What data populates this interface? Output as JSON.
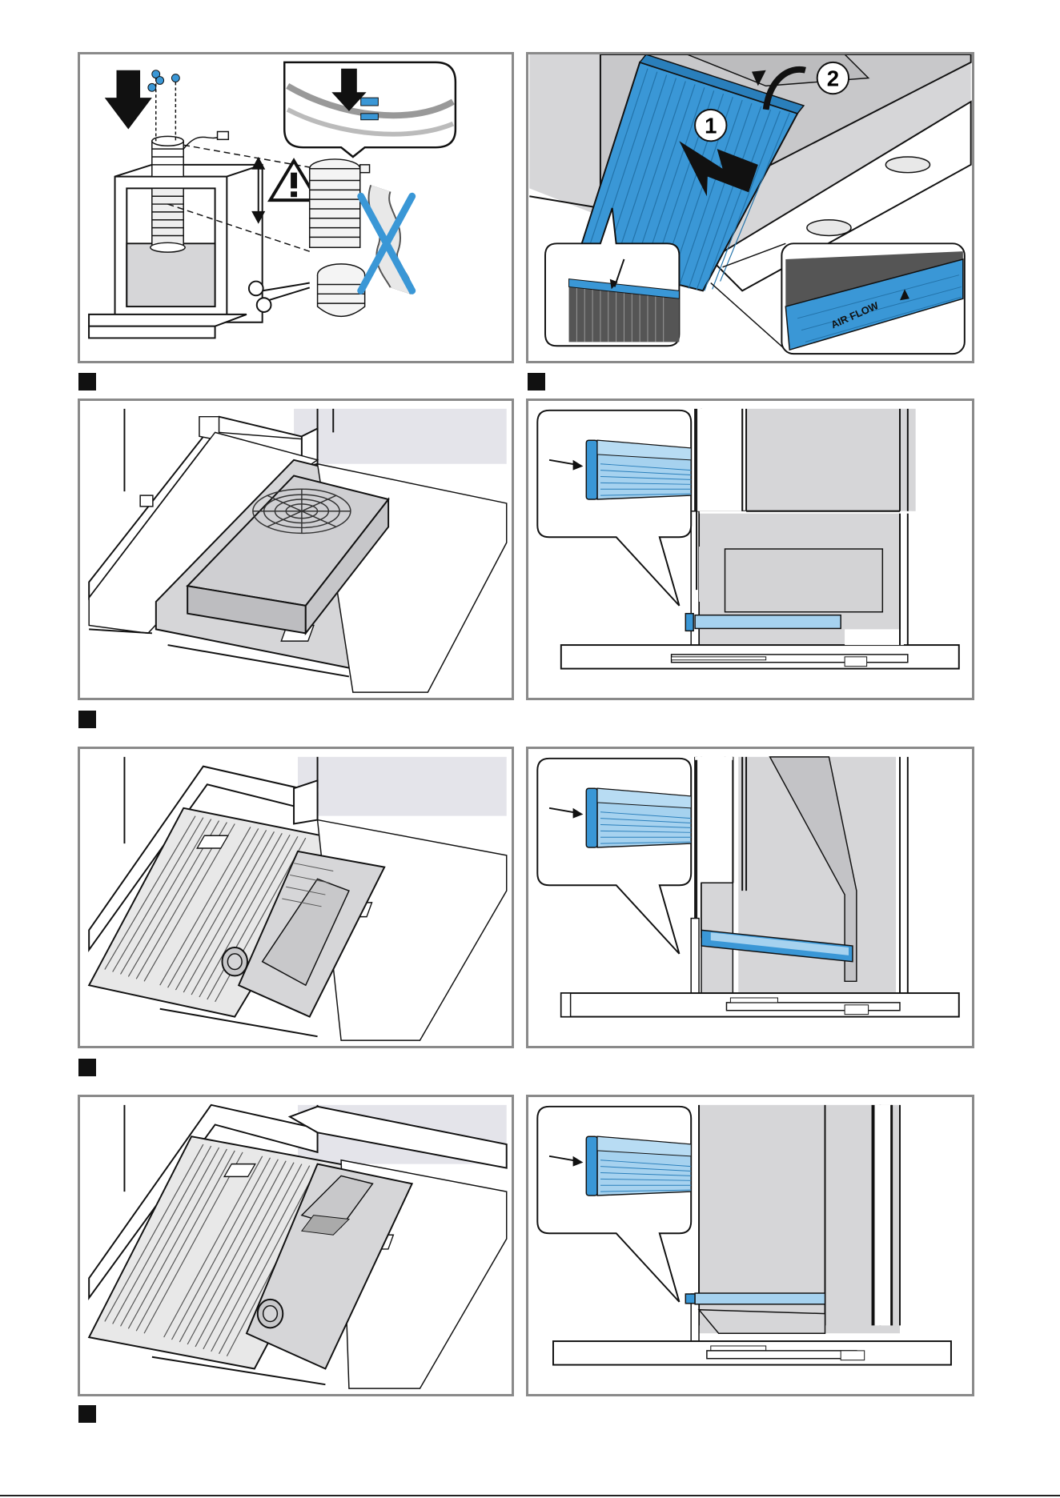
{
  "colors": {
    "filter_blue": "#3a97d6",
    "filter_light": "#a6d2ef",
    "cross_blue": "#3a97d6",
    "panel_border": "#8a8a8a",
    "grey_fill": "#d6d6d8",
    "dark": "#111111"
  },
  "icons": {
    "warning": "warning-triangle-icon",
    "arrow": "down-arrow-icon",
    "cross": "cross-mark-icon",
    "scissors": "scissors-icon"
  },
  "figure2": {
    "step1": "1",
    "step2": "2",
    "airflow_label": "AIR FLOW"
  }
}
